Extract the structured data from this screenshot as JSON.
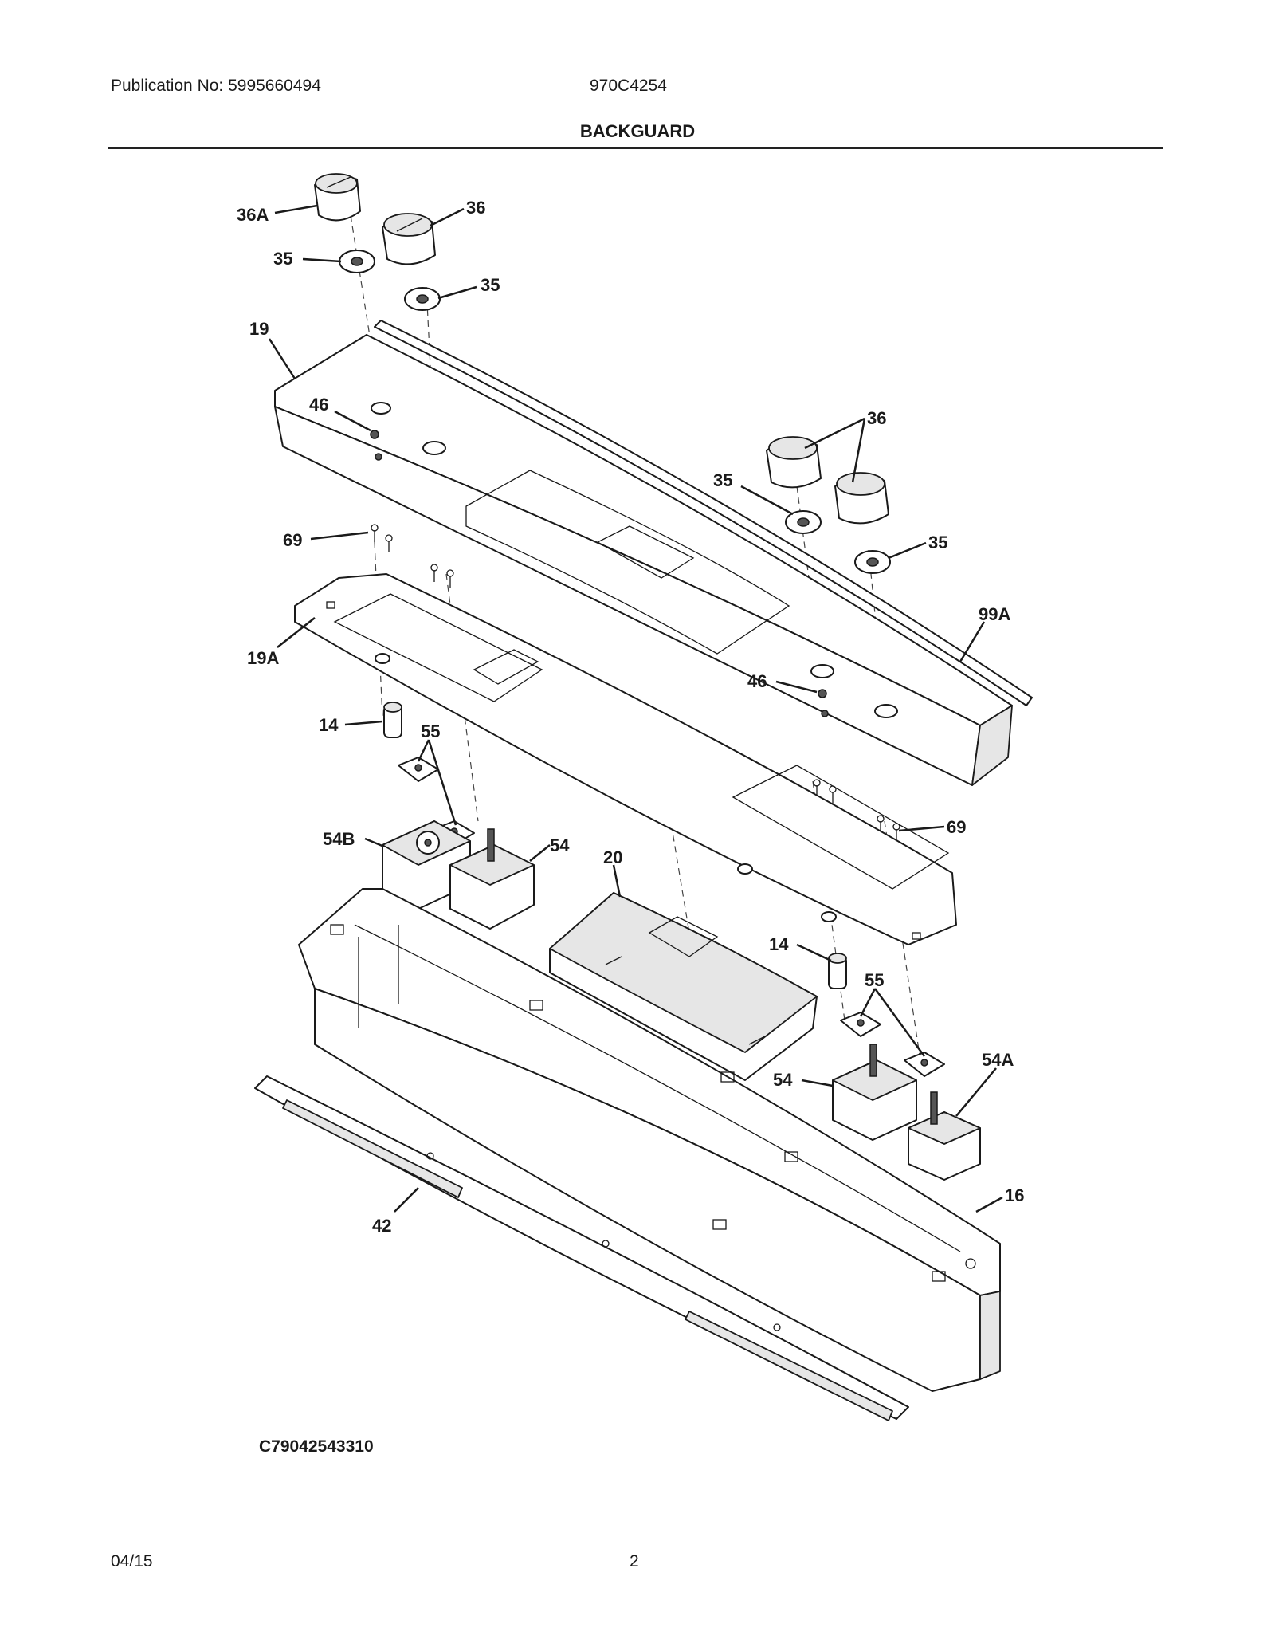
{
  "header": {
    "publication": "Publication No: 5995660494",
    "model": "970C4254",
    "title": "BACKGUARD"
  },
  "callouts": {
    "c36A": "36A",
    "c36_top": "36",
    "c35_left": "35",
    "c35_mid": "35",
    "c19": "19",
    "c46_left": "46",
    "c36_right": "36",
    "c35_right1": "35",
    "c35_right2": "35",
    "c69_left": "69",
    "c19A": "19A",
    "c99A": "99A",
    "c46_right": "46",
    "c14_left": "14",
    "c55_left": "55",
    "c54B": "54B",
    "c54_left": "54",
    "c20": "20",
    "c69_right": "69",
    "c14_right": "14",
    "c55_right": "55",
    "c54A": "54A",
    "c54_right": "54",
    "c16": "16",
    "c42": "42"
  },
  "footer": {
    "drawing_code": "C79042543310",
    "date": "04/15",
    "page": "2"
  }
}
